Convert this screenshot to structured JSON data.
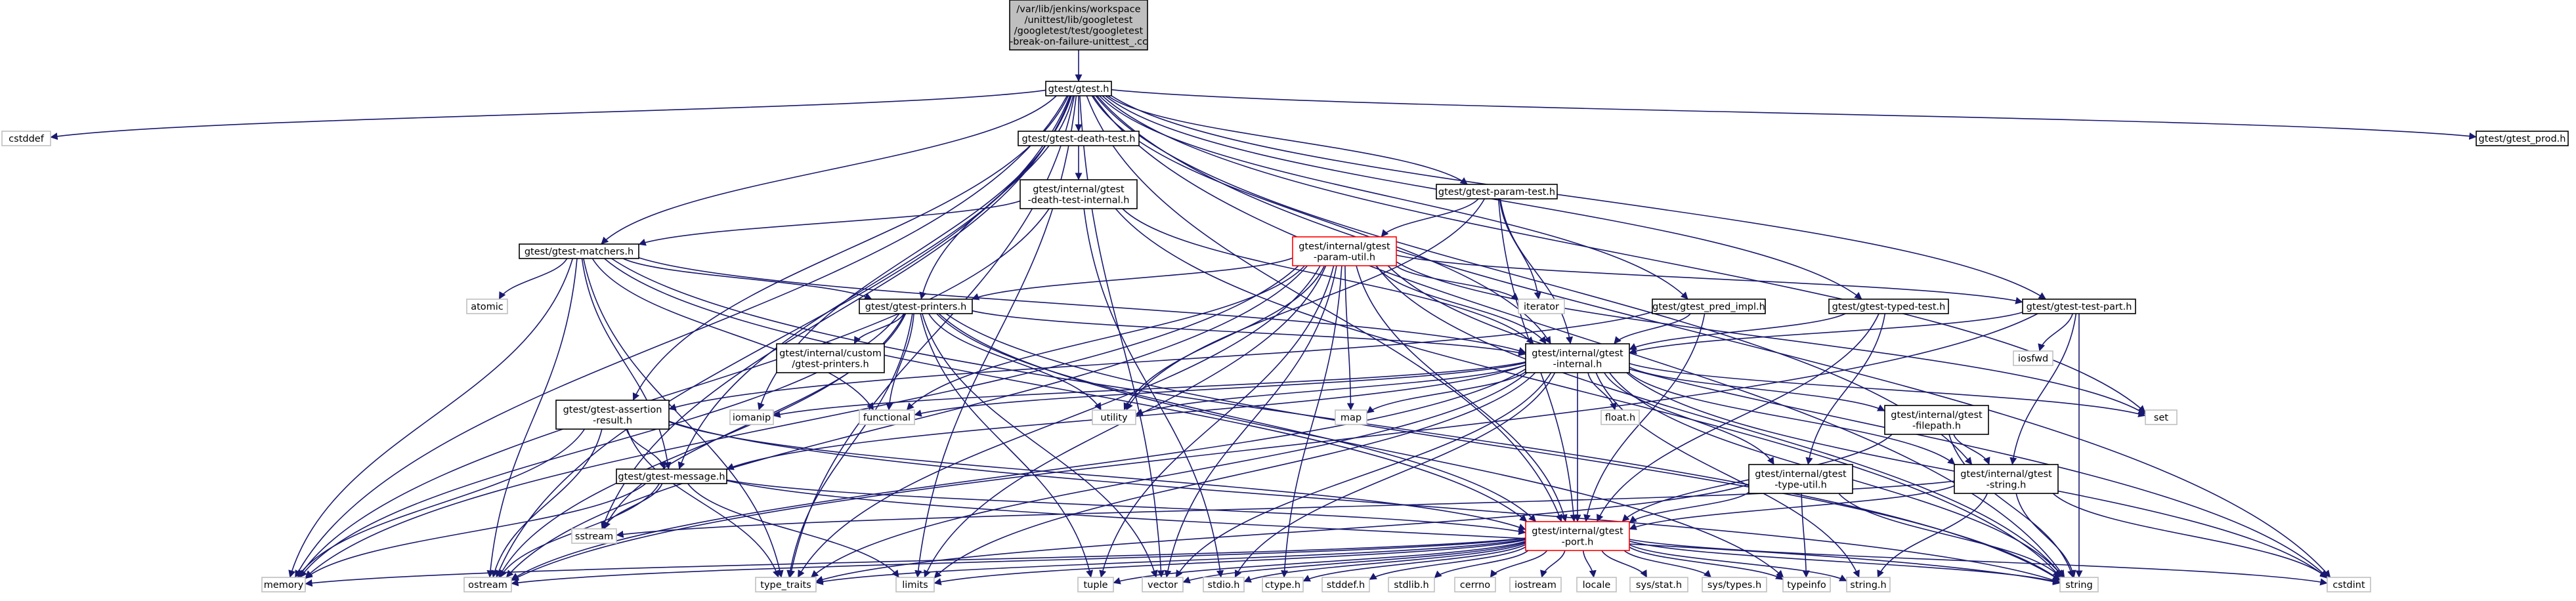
{
  "diagram": {
    "kind": "include-dependency-graph",
    "colors": {
      "edge": "#191970",
      "root_fill": "#bfbfbf",
      "node_fill": "#ffffff",
      "documented_border": "#000000",
      "undocumented_border": "#bfbfbf",
      "truncated_border": "#ff0000",
      "node_text": "#000000"
    },
    "nodes": [
      {
        "id": "root",
        "lines": [
          "/var/lib/jenkins/workspace",
          "/unittest/lib/googletest",
          "/googletest/test/googletest",
          "-break-on-failure-unittest_.cc"
        ],
        "style": "root"
      },
      {
        "id": "gtest_h",
        "lines": [
          "gtest/gtest.h"
        ],
        "style": "doc"
      },
      {
        "id": "cstddef",
        "lines": [
          "cstddef"
        ],
        "style": "sys"
      },
      {
        "id": "death_test",
        "lines": [
          "gtest/gtest-death-test.h"
        ],
        "style": "doc"
      },
      {
        "id": "gtest_prod",
        "lines": [
          "gtest/gtest_prod.h"
        ],
        "style": "doc"
      },
      {
        "id": "death_internal",
        "lines": [
          "gtest/internal/gtest",
          "-death-test-internal.h"
        ],
        "style": "doc"
      },
      {
        "id": "param_test",
        "lines": [
          "gtest/gtest-param-test.h"
        ],
        "style": "doc"
      },
      {
        "id": "matchers",
        "lines": [
          "gtest/gtest-matchers.h"
        ],
        "style": "doc"
      },
      {
        "id": "param_util",
        "lines": [
          "gtest/internal/gtest",
          "-param-util.h"
        ],
        "style": "trunc"
      },
      {
        "id": "atomic",
        "lines": [
          "atomic"
        ],
        "style": "sys"
      },
      {
        "id": "iterator",
        "lines": [
          "iterator"
        ],
        "style": "sys"
      },
      {
        "id": "printers",
        "lines": [
          "gtest/gtest-printers.h"
        ],
        "style": "doc"
      },
      {
        "id": "pred_impl",
        "lines": [
          "gtest/gtest_pred_impl.h"
        ],
        "style": "doc"
      },
      {
        "id": "typed_test",
        "lines": [
          "gtest/gtest-typed-test.h"
        ],
        "style": "doc"
      },
      {
        "id": "test_part",
        "lines": [
          "gtest/gtest-test-part.h"
        ],
        "style": "doc"
      },
      {
        "id": "iosfwd",
        "lines": [
          "iosfwd"
        ],
        "style": "sys"
      },
      {
        "id": "custom_printers",
        "lines": [
          "gtest/internal/custom",
          "/gtest-printers.h"
        ],
        "style": "doc"
      },
      {
        "id": "internal",
        "lines": [
          "gtest/internal/gtest",
          "-internal.h"
        ],
        "style": "doc"
      },
      {
        "id": "assertion_result",
        "lines": [
          "gtest/gtest-assertion",
          "-result.h"
        ],
        "style": "doc"
      },
      {
        "id": "iomanip",
        "lines": [
          "iomanip"
        ],
        "style": "sys"
      },
      {
        "id": "functional",
        "lines": [
          "functional"
        ],
        "style": "sys"
      },
      {
        "id": "utility",
        "lines": [
          "utility"
        ],
        "style": "sys"
      },
      {
        "id": "map",
        "lines": [
          "map"
        ],
        "style": "sys"
      },
      {
        "id": "float_h",
        "lines": [
          "float.h"
        ],
        "style": "sys"
      },
      {
        "id": "filepath",
        "lines": [
          "gtest/internal/gtest",
          "-filepath.h"
        ],
        "style": "doc"
      },
      {
        "id": "set",
        "lines": [
          "set"
        ],
        "style": "sys"
      },
      {
        "id": "message",
        "lines": [
          "gtest/gtest-message.h"
        ],
        "style": "doc"
      },
      {
        "id": "type_util",
        "lines": [
          "gtest/internal/gtest",
          "-type-util.h"
        ],
        "style": "doc"
      },
      {
        "id": "string_h_int",
        "lines": [
          "gtest/internal/gtest",
          "-string.h"
        ],
        "style": "doc"
      },
      {
        "id": "sstream",
        "lines": [
          "sstream"
        ],
        "style": "sys"
      },
      {
        "id": "port",
        "lines": [
          "gtest/internal/gtest",
          "-port.h"
        ],
        "style": "trunc"
      },
      {
        "id": "memory",
        "lines": [
          "memory"
        ],
        "style": "sys"
      },
      {
        "id": "ostream",
        "lines": [
          "ostream"
        ],
        "style": "sys"
      },
      {
        "id": "type_traits",
        "lines": [
          "type_traits"
        ],
        "style": "sys"
      },
      {
        "id": "limits",
        "lines": [
          "limits"
        ],
        "style": "sys"
      },
      {
        "id": "tuple",
        "lines": [
          "tuple"
        ],
        "style": "sys"
      },
      {
        "id": "vector",
        "lines": [
          "vector"
        ],
        "style": "sys"
      },
      {
        "id": "stdio",
        "lines": [
          "stdio.h"
        ],
        "style": "sys"
      },
      {
        "id": "ctype",
        "lines": [
          "ctype.h"
        ],
        "style": "sys"
      },
      {
        "id": "stddef",
        "lines": [
          "stddef.h"
        ],
        "style": "sys"
      },
      {
        "id": "stdlib",
        "lines": [
          "stdlib.h"
        ],
        "style": "sys"
      },
      {
        "id": "cerrno",
        "lines": [
          "cerrno"
        ],
        "style": "sys"
      },
      {
        "id": "iostream",
        "lines": [
          "iostream"
        ],
        "style": "sys"
      },
      {
        "id": "locale",
        "lines": [
          "locale"
        ],
        "style": "sys"
      },
      {
        "id": "sys_stat",
        "lines": [
          "sys/stat.h"
        ],
        "style": "sys"
      },
      {
        "id": "sys_types",
        "lines": [
          "sys/types.h"
        ],
        "style": "sys"
      },
      {
        "id": "typeinfo",
        "lines": [
          "typeinfo"
        ],
        "style": "sys"
      },
      {
        "id": "string_dot_h",
        "lines": [
          "string.h"
        ],
        "style": "sys"
      },
      {
        "id": "string",
        "lines": [
          "string"
        ],
        "style": "sys"
      },
      {
        "id": "cstdint",
        "lines": [
          "cstdint"
        ],
        "style": "sys"
      }
    ],
    "edges": [
      [
        "root",
        "gtest_h"
      ],
      [
        "gtest_h",
        "cstddef"
      ],
      [
        "gtest_h",
        "death_test"
      ],
      [
        "gtest_h",
        "gtest_prod"
      ],
      [
        "gtest_h",
        "param_test"
      ],
      [
        "gtest_h",
        "matchers"
      ],
      [
        "gtest_h",
        "printers"
      ],
      [
        "gtest_h",
        "pred_impl"
      ],
      [
        "gtest_h",
        "typed_test"
      ],
      [
        "gtest_h",
        "test_part"
      ],
      [
        "gtest_h",
        "internal"
      ],
      [
        "gtest_h",
        "assertion_result"
      ],
      [
        "gtest_h",
        "message"
      ],
      [
        "gtest_h",
        "string_h_int"
      ],
      [
        "gtest_h",
        "port"
      ],
      [
        "gtest_h",
        "memory"
      ],
      [
        "gtest_h",
        "ostream"
      ],
      [
        "gtest_h",
        "type_traits"
      ],
      [
        "gtest_h",
        "limits"
      ],
      [
        "gtest_h",
        "vector"
      ],
      [
        "gtest_h",
        "set"
      ],
      [
        "gtest_h",
        "string"
      ],
      [
        "gtest_h",
        "cstdint"
      ],
      [
        "gtest_h",
        "iomanip"
      ],
      [
        "gtest_h",
        "sstream"
      ],
      [
        "death_test",
        "death_internal"
      ],
      [
        "death_internal",
        "matchers"
      ],
      [
        "death_internal",
        "internal"
      ],
      [
        "death_internal",
        "stdio"
      ],
      [
        "death_internal",
        "memory"
      ],
      [
        "death_internal",
        "string"
      ],
      [
        "param_test",
        "param_util"
      ],
      [
        "param_test",
        "internal"
      ],
      [
        "param_test",
        "port"
      ],
      [
        "param_test",
        "iterator"
      ],
      [
        "param_test",
        "utility"
      ],
      [
        "matchers",
        "printers"
      ],
      [
        "matchers",
        "internal"
      ],
      [
        "matchers",
        "port"
      ],
      [
        "matchers",
        "atomic"
      ],
      [
        "matchers",
        "functional"
      ],
      [
        "matchers",
        "memory"
      ],
      [
        "matchers",
        "ostream"
      ],
      [
        "matchers",
        "string"
      ],
      [
        "matchers",
        "type_traits"
      ],
      [
        "matchers",
        "message"
      ],
      [
        "param_util",
        "printers"
      ],
      [
        "param_util",
        "test_part"
      ],
      [
        "param_util",
        "internal"
      ],
      [
        "param_util",
        "port"
      ],
      [
        "param_util",
        "iterator"
      ],
      [
        "param_util",
        "map"
      ],
      [
        "param_util",
        "memory"
      ],
      [
        "param_util",
        "ostream"
      ],
      [
        "param_util",
        "set"
      ],
      [
        "param_util",
        "string"
      ],
      [
        "param_util",
        "tuple"
      ],
      [
        "param_util",
        "type_traits"
      ],
      [
        "param_util",
        "utility"
      ],
      [
        "param_util",
        "vector"
      ],
      [
        "param_util",
        "functional"
      ],
      [
        "param_util",
        "cstdint"
      ],
      [
        "param_util",
        "ctype"
      ],
      [
        "param_util",
        "limits"
      ],
      [
        "printers",
        "custom_printers"
      ],
      [
        "printers",
        "internal"
      ],
      [
        "printers",
        "port"
      ],
      [
        "printers",
        "functional"
      ],
      [
        "printers",
        "memory"
      ],
      [
        "printers",
        "ostream"
      ],
      [
        "printers",
        "sstream"
      ],
      [
        "printers",
        "string"
      ],
      [
        "printers",
        "tuple"
      ],
      [
        "printers",
        "type_traits"
      ],
      [
        "printers",
        "typeinfo"
      ],
      [
        "printers",
        "utility"
      ],
      [
        "printers",
        "vector"
      ],
      [
        "pred_impl",
        "assertion_result"
      ],
      [
        "pred_impl",
        "internal"
      ],
      [
        "pred_impl",
        "port"
      ],
      [
        "typed_test",
        "internal"
      ],
      [
        "typed_test",
        "port"
      ],
      [
        "typed_test",
        "type_util"
      ],
      [
        "test_part",
        "internal"
      ],
      [
        "test_part",
        "string_h_int"
      ],
      [
        "test_part",
        "iosfwd"
      ],
      [
        "test_part",
        "ostream"
      ],
      [
        "test_part",
        "string"
      ],
      [
        "internal",
        "message"
      ],
      [
        "internal",
        "filepath"
      ],
      [
        "internal",
        "string_h_int"
      ],
      [
        "internal",
        "type_util"
      ],
      [
        "internal",
        "port"
      ],
      [
        "internal",
        "float_h"
      ],
      [
        "internal",
        "string_dot_h"
      ],
      [
        "internal",
        "cstdint"
      ],
      [
        "internal",
        "functional"
      ],
      [
        "internal",
        "iomanip"
      ],
      [
        "internal",
        "limits"
      ],
      [
        "internal",
        "map"
      ],
      [
        "internal",
        "set"
      ],
      [
        "internal",
        "string"
      ],
      [
        "internal",
        "type_traits"
      ],
      [
        "internal",
        "utility"
      ],
      [
        "internal",
        "vector"
      ],
      [
        "internal",
        "stdio"
      ],
      [
        "internal",
        "ostream"
      ],
      [
        "assertion_result",
        "message"
      ],
      [
        "assertion_result",
        "port"
      ],
      [
        "assertion_result",
        "memory"
      ],
      [
        "assertion_result",
        "ostream"
      ],
      [
        "assertion_result",
        "string"
      ],
      [
        "assertion_result",
        "type_traits"
      ],
      [
        "message",
        "port"
      ],
      [
        "message",
        "limits"
      ],
      [
        "message",
        "memory"
      ],
      [
        "message",
        "ostream"
      ],
      [
        "message",
        "sstream"
      ],
      [
        "message",
        "string"
      ],
      [
        "filepath",
        "port"
      ],
      [
        "filepath",
        "string_h_int"
      ],
      [
        "filepath",
        "string"
      ],
      [
        "type_util",
        "port"
      ],
      [
        "type_util",
        "string"
      ],
      [
        "type_util",
        "type_traits"
      ],
      [
        "type_util",
        "typeinfo"
      ],
      [
        "string_h_int",
        "port"
      ],
      [
        "string_h_int",
        "string_dot_h"
      ],
      [
        "string_h_int",
        "cstdint"
      ],
      [
        "string_h_int",
        "string"
      ],
      [
        "string_h_int",
        "sstream"
      ],
      [
        "port",
        "ctype"
      ],
      [
        "port",
        "stddef"
      ],
      [
        "port",
        "stdio"
      ],
      [
        "port",
        "stdlib"
      ],
      [
        "port",
        "string_dot_h"
      ],
      [
        "port",
        "cerrno"
      ],
      [
        "port",
        "cstdint"
      ],
      [
        "port",
        "iostream"
      ],
      [
        "port",
        "limits"
      ],
      [
        "port",
        "locale"
      ],
      [
        "port",
        "memory"
      ],
      [
        "port",
        "ostream"
      ],
      [
        "port",
        "string"
      ],
      [
        "port",
        "tuple"
      ],
      [
        "port",
        "type_traits"
      ],
      [
        "port",
        "vector"
      ],
      [
        "port",
        "sys_stat"
      ],
      [
        "port",
        "sys_types"
      ],
      [
        "port",
        "typeinfo"
      ]
    ]
  }
}
